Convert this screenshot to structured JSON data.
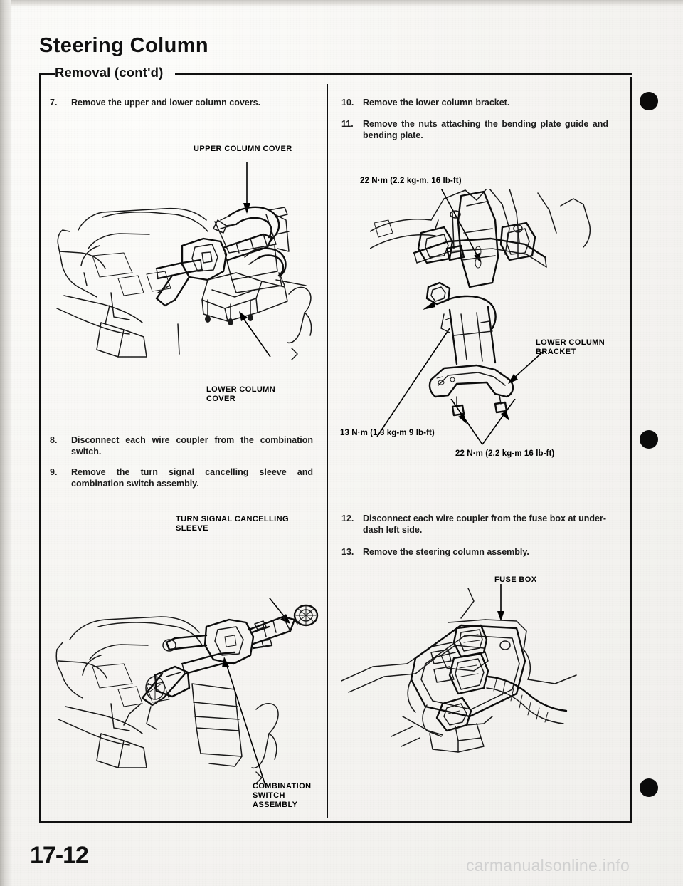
{
  "document": {
    "title": "Steering Column",
    "section": "Removal (cont'd)",
    "page_number": "17-12",
    "watermark": "carmanualsonline.info"
  },
  "left_column": {
    "steps": [
      {
        "number": "7.",
        "text": "Remove the upper and lower column covers."
      },
      {
        "number": "8.",
        "text": "Disconnect each wire coupler from the combination switch."
      },
      {
        "number": "9.",
        "text": "Remove the turn signal cancelling sleeve and combination switch assembly."
      }
    ],
    "figure_1": {
      "labels": [
        {
          "id": "upper-column-cover",
          "text": "UPPER COLUMN COVER"
        },
        {
          "id": "lower-column-cover",
          "text": "LOWER COLUMN\nCOVER"
        }
      ]
    },
    "figure_2": {
      "labels": [
        {
          "id": "turn-signal-cancelling-sleeve",
          "text": "TURN SIGNAL CANCELLING\nSLEEVE"
        },
        {
          "id": "combination-switch-assembly",
          "text": "COMBINATION\nSWITCH\nASSEMBLY"
        }
      ]
    }
  },
  "right_column": {
    "steps": [
      {
        "number": "10.",
        "text": "Remove the lower column bracket."
      },
      {
        "number": "11.",
        "text": "Remove the nuts attaching the bending plate guide and bending plate."
      },
      {
        "number": "12.",
        "text": "Disconnect each wire coupler from the fuse box at under-dash left side."
      },
      {
        "number": "13.",
        "text": "Remove the steering column assembly."
      }
    ],
    "figure_3": {
      "torque_specs": [
        {
          "id": "torque-top",
          "text": "22 N·m (2.2 kg-m, 16 lb-ft)"
        },
        {
          "id": "torque-lower-left",
          "text": "13 N·m (1.3 kg-m 9 lb-ft)"
        },
        {
          "id": "torque-lower-right",
          "text": "22 N·m (2.2 kg-m 16 lb-ft)"
        }
      ],
      "labels": [
        {
          "id": "lower-column-bracket",
          "text": "LOWER COLUMN\nBRACKET"
        }
      ]
    },
    "figure_4": {
      "labels": [
        {
          "id": "fuse-box",
          "text": "FUSE BOX"
        }
      ]
    }
  },
  "binder_holes": {
    "count": 3
  },
  "colors": {
    "ink": "#111111",
    "paper": "#f3f2ef",
    "watermark": "#d2d2d2"
  }
}
